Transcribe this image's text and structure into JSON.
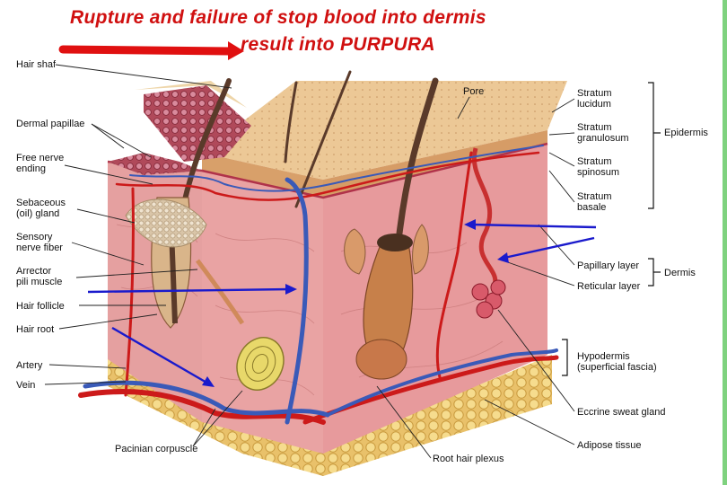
{
  "title": {
    "line1": "Rupture and failure of stop blood into dermis",
    "line2": "result into PURPURA"
  },
  "labels": {
    "hair_shaft": "Hair shaf",
    "dermal_papillae": "Dermal papillae",
    "free_nerve_ending_1": "Free nerve",
    "free_nerve_ending_2": "ending",
    "sebaceous_1": "Sebaceous",
    "sebaceous_2": "(oil) gland",
    "sensory_1": "Sensory",
    "sensory_2": "nerve fiber",
    "arrector_1": "Arrector",
    "arrector_2": "pili muscle",
    "hair_follicle": "Hair follicle",
    "hair_root": "Hair root",
    "artery": "Artery",
    "vein": "Vein",
    "pacinian": "Pacinian corpuscle",
    "root_hair_plexus": "Root hair plexus",
    "adipose": "Adipose tissue",
    "eccrine": "Eccrine sweat gland",
    "hypodermis_1": "Hypodermis",
    "hypodermis_2": "(superficial fascia)",
    "reticular": "Reticular layer",
    "papillary": "Papillary layer",
    "dermis": "Dermis",
    "epidermis": "Epidermis",
    "pore": "Pore",
    "lucidum_1": "Stratum",
    "lucidum_2": "lucidum",
    "granulosum_1": "Stratum",
    "granulosum_2": "granulosum",
    "spinosum_1": "Stratum",
    "spinosum_2": "spinosum",
    "basale_1": "Stratum",
    "basale_2": "basale"
  },
  "colors": {
    "title": "#d01010",
    "red_arrow": "#e01010",
    "blue_arrow": "#1a1acc",
    "dermis": "#e8a6a6",
    "epidermis": "#e9c79a",
    "adipose": "#f2d27a",
    "artery": "#cc1a1a",
    "vein": "#3a5ab8"
  }
}
